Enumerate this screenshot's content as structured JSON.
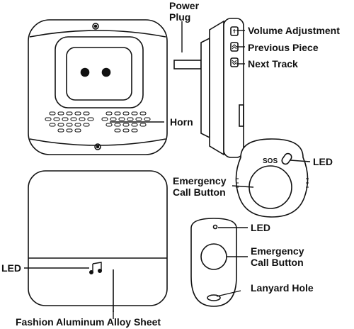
{
  "labels": {
    "power_plug_line1": "Power",
    "power_plug_line2": "Plug",
    "volume_adjustment": "Volume Adjustment",
    "previous_piece": "Previous Piece",
    "next_track": "Next Track",
    "horn": "Horn",
    "led_pendant": "LED",
    "emergency_call_button_pendant_line1": "Emergency",
    "emergency_call_button_pendant_line2": "Call Button",
    "led_fob": "LED",
    "emergency_call_button_fob_line1": "Emergency",
    "emergency_call_button_fob_line2": "Call Button",
    "lanyard_hole": "Lanyard Hole",
    "led_doorbell": "LED",
    "fashion_sheet": "Fashion Aluminum Alloy Sheet",
    "sos": "SOS"
  },
  "icons": {
    "volume": "speaker-icon",
    "previous": "up-chevrons-icon",
    "next": "down-chevrons-icon",
    "doorbell_led": "music-note-icon"
  },
  "colors": {
    "stroke": "#111111",
    "fill": "#ffffff"
  }
}
